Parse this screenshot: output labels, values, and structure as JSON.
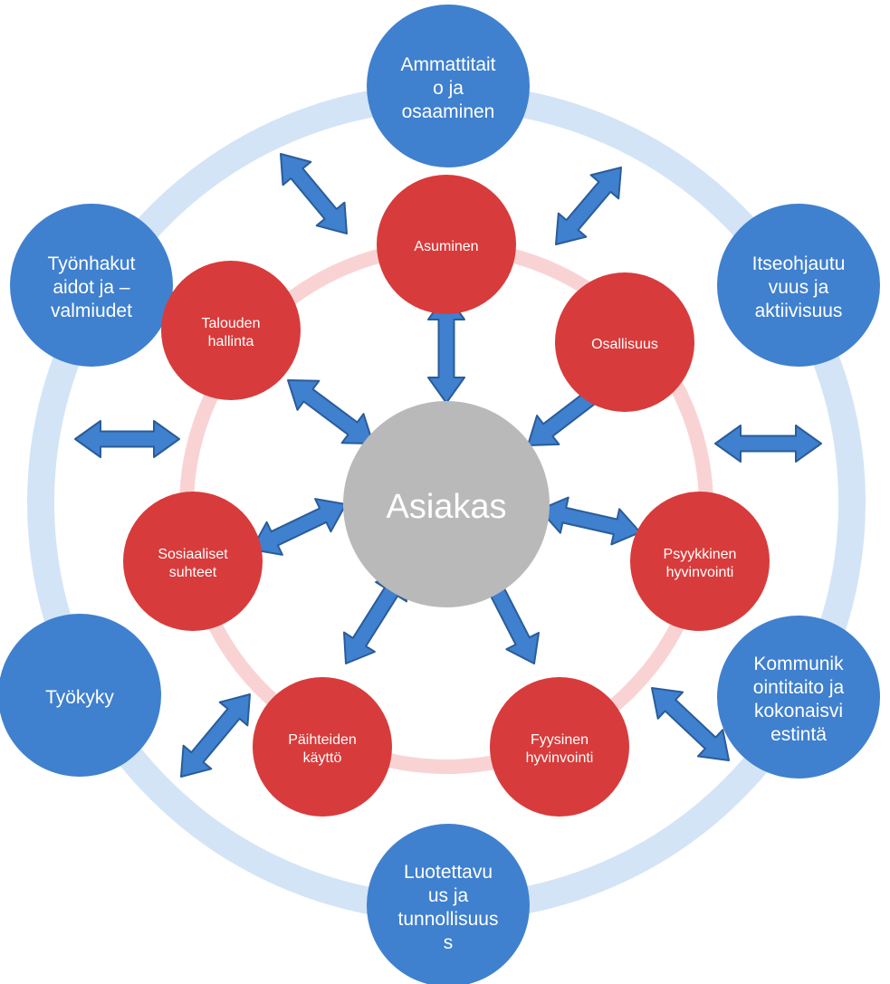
{
  "center": {
    "label": [
      "Asiakas"
    ]
  },
  "inner_nodes": [
    {
      "id": "asuminen",
      "label": [
        "Asuminen"
      ]
    },
    {
      "id": "osallisuus",
      "label": [
        "Osallisuus"
      ]
    },
    {
      "id": "psyykkinen",
      "label": [
        "Psyykkinen",
        "hyvinvointi"
      ]
    },
    {
      "id": "fyysinen",
      "label": [
        "Fyysinen",
        "hyvinvointi"
      ]
    },
    {
      "id": "paihteiden",
      "label": [
        "Päihteiden",
        "käyttö"
      ]
    },
    {
      "id": "sosiaaliset",
      "label": [
        "Sosiaaliset",
        "suhteet"
      ]
    },
    {
      "id": "talouden",
      "label": [
        "Talouden",
        "hallinta"
      ]
    }
  ],
  "outer_nodes": [
    {
      "id": "ammattitaito",
      "label": [
        "Ammattitait",
        "o ja",
        "osaaminen"
      ]
    },
    {
      "id": "itseohjautuvuus",
      "label": [
        "Itseohjautu",
        "vuus ja",
        "aktiivisuus"
      ]
    },
    {
      "id": "kommunikointi",
      "label": [
        "Kommunik",
        "ointitaito ja",
        "kokonaisvi",
        "estintä"
      ]
    },
    {
      "id": "luotettavuus",
      "label": [
        "Luotettavu",
        "us ja",
        "tunnollisuus",
        "s"
      ]
    },
    {
      "id": "tyokyky",
      "label": [
        "Työkyky"
      ]
    },
    {
      "id": "tyonhakutaidot",
      "label": [
        "Työnhakut",
        "aidot ja –",
        "valmiudet"
      ]
    }
  ],
  "colors": {
    "outer_node": "#3f80cf",
    "inner_node": "#d83b3b",
    "center_node": "#b9b9b9",
    "outer_ring": "#d3e4f7",
    "inner_ring": "#f9d3d3",
    "arrow_fill": "#3f80cf",
    "arrow_stroke": "#2a5c99"
  }
}
